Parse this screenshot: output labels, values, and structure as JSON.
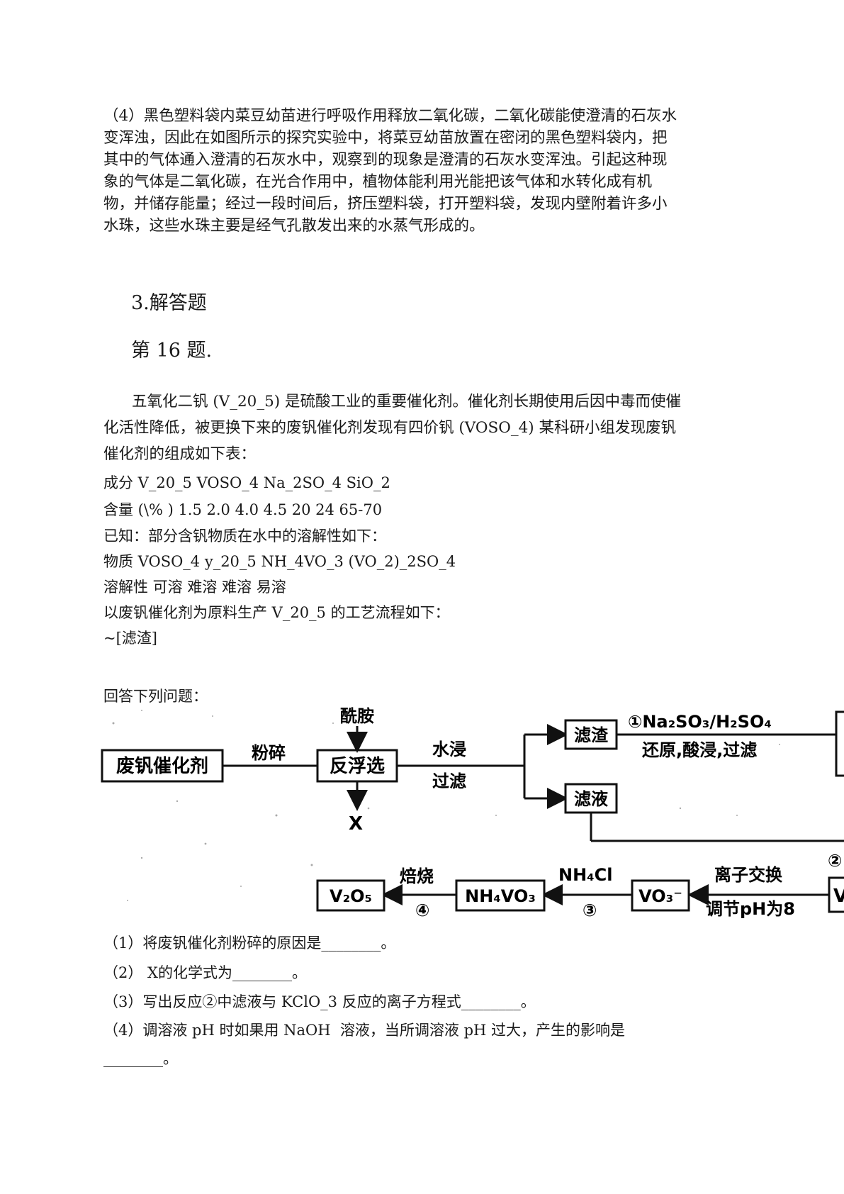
{
  "section4": {
    "lines": [
      "（4）黑色塑料袋内菜豆幼苗进行呼吸作用释放二氧化碳，二氧化碳能使澄清的石灰水",
      "变浑浊，因此在如图所示的探究实验中，将菜豆幼苗放置在密闭的黑色塑料袋内，把",
      "其中的气体通入澄清的石灰水中，观察到的现象是澄清的石灰水变浑浊。引起这种现",
      "象的气体是二氧化碳，在光合作用中，植物体能利用光能把该气体和水转化成有机",
      "物，并储存能量；经过一段时间后，挤压塑料袋，打开塑料袋，发现内壁附着许多小",
      "水珠，这些水珠主要是经气孔散发出来的水蒸气形成的。"
    ]
  },
  "section3_title": "3.解答题",
  "question_title": "第 16 题.",
  "intro": {
    "lines": [
      "五氧化二钒 (V_20_5) 是硫酸工业的重要催化剂。催化剂长期使用后因中毒而使催",
      "化活性降低，被更换下来的废钒催化剂发现有四价钒 (VOSO_4) 某科研小组发现废钒",
      "催化剂的组成如下表："
    ]
  },
  "table1": {
    "row1": "成分 V_20_5 VOSO_4 Na_2SO_4 SiO_2",
    "row2": "含量 (\\% ) 1.5 2.0 4.0 4.5 20 24 65-70"
  },
  "known": "已知：部分含钒物质在水中的溶解性如下：",
  "table2": {
    "row1": "物质 VOSO_4 y_20_5 NH_4VO_3 (VO_2)_2SO_4",
    "row2": "溶解性 可溶 难溶 难溶 易溶"
  },
  "process_intro": "以废钒催化剂为原料生产 V_20_5 的工艺流程如下：",
  "residue_note": "~[滤渣]",
  "answer_prompt": "回答下列问题：",
  "flow": {
    "box_waste": "废钒催化剂",
    "box_flotation": "反浮选",
    "box_residue": "滤渣",
    "box_filtrate": "滤液",
    "box_v2o5": "V₂O₅",
    "box_nh4vo3": "NH₄VO₃",
    "box_vo3": "VO₃⁻",
    "label_crush": "粉碎",
    "label_amide": "酰胺",
    "label_x": "X",
    "label_water": "水浸",
    "label_filter": "过滤",
    "label_step1_reagents": "①Na₂SO₃/H₂SO₄",
    "label_step1_ops": "还原,酸浸,过滤",
    "label_ion": "离子交换",
    "label_ph": "调节pH为8",
    "label_nh4cl": "NH₄Cl",
    "label_step3": "③",
    "label_roast": "焙烧",
    "label_step4": "④",
    "label_step2_partial": "②",
    "label_right_partial": "V"
  },
  "questions": [
    "（1）将废钒催化剂粉碎的原因是________。",
    "（2） X的化学式为________。",
    "（3）写出反应②中滤液与 KClO_3 反应的离子方程式________。",
    "（4）调溶液 pH 时如果用 NaOH  溶液，当所调溶液 pH 过大，产生的影响是",
    "________。"
  ]
}
